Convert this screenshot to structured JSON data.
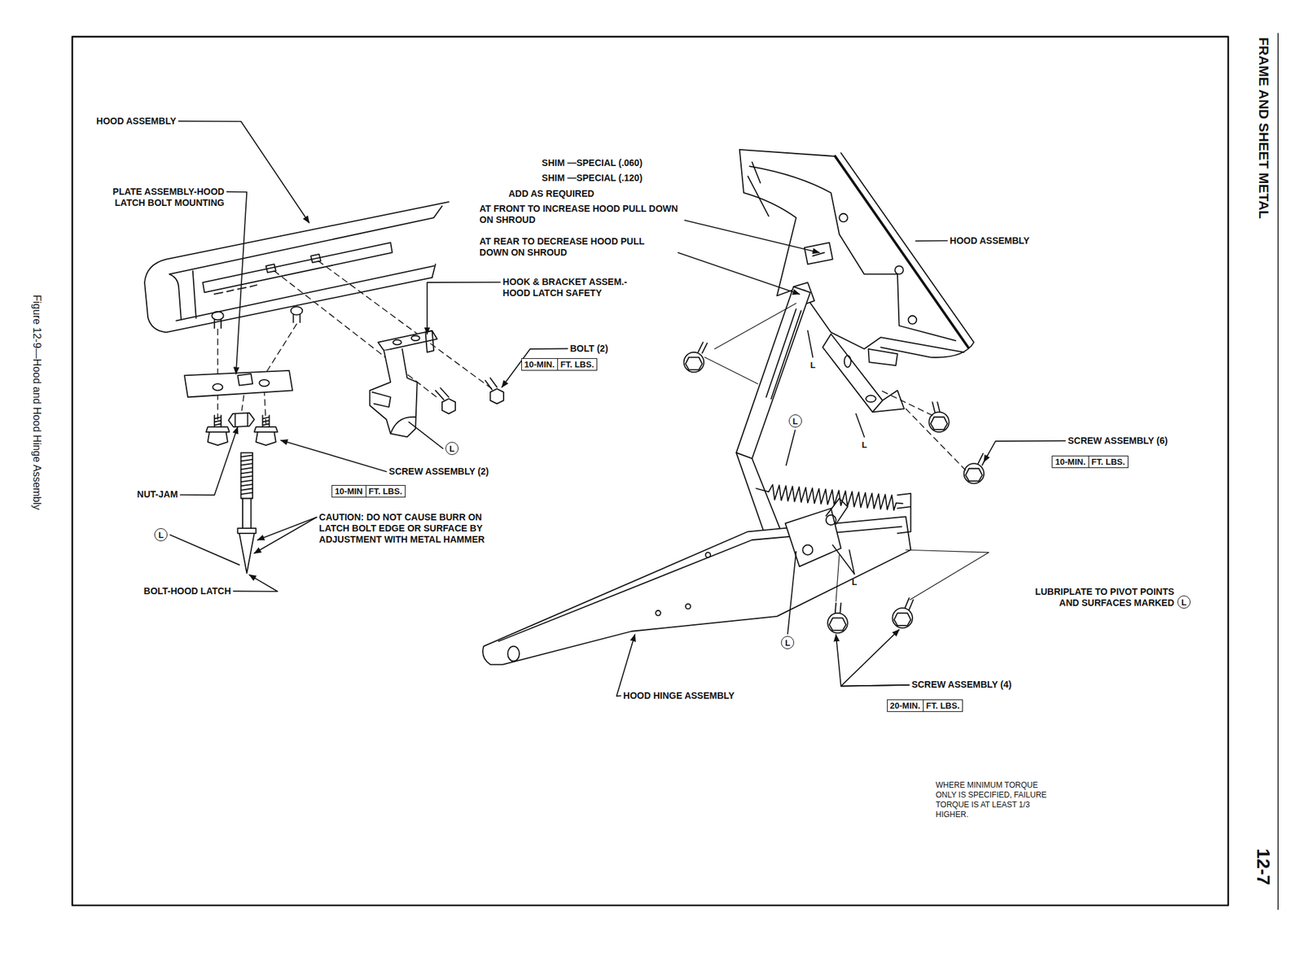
{
  "diagram": {
    "caption": "Figure 12-9—Hood and Hood Hinge Assembly",
    "nodes": [
      {
        "text": [
          "10-MIN.",
          "FT. LBS."
        ]
      },
      {
        "text": [
          "10-MIN",
          "FT. LBS."
        ]
      },
      {
        "text": [
          "10-MIN.",
          "FT. LBS."
        ]
      },
      {
        "text": [
          "20-MIN.",
          "FT. LBS."
        ]
      }
    ],
    "labels": [
      "HOOD ASSEMBLY",
      "PLATE ASSEMBLY-HOOD LATCH BOLT MOUNTING",
      "SHIM —SPECIAL (.060)",
      "SHIM —SPECIAL (.120)",
      "ADD AS REQUIRED",
      "AT FRONT TO INCREASE HOOD PULL DOWN ON SHROUD",
      "AT REAR TO DECREASE HOOD PULL DOWN ON SHROUD",
      "HOOD ASSEMBLY",
      "HOOK & BRACKET ASSEM.- HOOD LATCH SAFETY",
      "BOLT (2)",
      "L",
      "L",
      "L",
      "SCREW ASSEMBLY (6)",
      "L",
      "SCREW ASSEMBLY (2)",
      "NUT-JAM",
      "CAUTION: DO NOT CAUSE BURR ON LATCH BOLT EDGE OR SURFACE BY ADJUSTMENT WITH METAL HAMMER",
      "L",
      "BOLT-HOOD LATCH",
      "L",
      "LUBRIPLATE TO PIVOT POINTS AND SURFACES MARKED",
      "L",
      "L",
      "HOOD HINGE ASSEMBLY",
      "SCREW ASSEMBLY (4)",
      "WHERE MINIMUM TORQUE ONLY IS SPECIFIED, FAILURE TORQUE IS AT LEAST 1/3 HIGHER.",
      "FRAME AND SHEET METAL",
      "12-7"
    ]
  }
}
